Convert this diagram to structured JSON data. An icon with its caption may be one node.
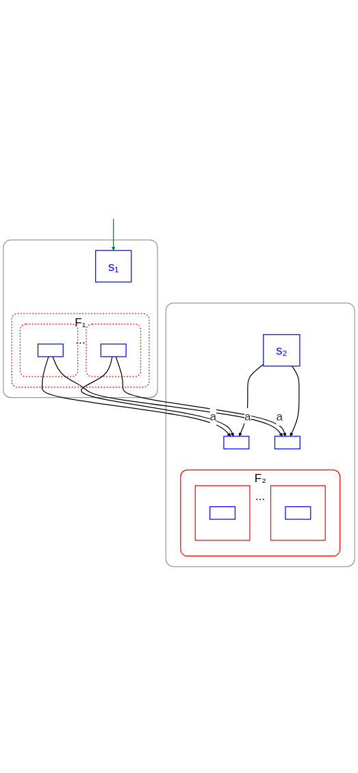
{
  "diagram": {
    "nodes": [
      {
        "text": [],
        "shape": "box"
      },
      {
        "text": [
          "s₁"
        ],
        "in": 0
      },
      {
        "text": [
          "F₁",
          "..."
        ],
        "in": 0
      },
      {
        "text": [],
        "shape": "box",
        "in": 2
      },
      {
        "text": [],
        "shape": "box",
        "in": 3
      },
      {
        "text": [],
        "shape": "box",
        "in": 2
      },
      {
        "text": [],
        "shape": "box",
        "in": 5
      },
      {
        "text": [],
        "shape": "box"
      },
      {
        "text": [
          "s₂"
        ],
        "in": 7
      },
      {
        "text": [],
        "shape": "box",
        "in": 7
      },
      {
        "text": [],
        "shape": "box",
        "in": 7
      },
      {
        "text": [
          "F₂",
          "..."
        ],
        "in": 7
      },
      {
        "text": [],
        "shape": "box",
        "in": 11
      },
      {
        "text": [],
        "shape": "box",
        "in": 12
      },
      {
        "text": [],
        "shape": "box",
        "in": 11
      },
      {
        "text": [],
        "shape": "box",
        "in": 14
      }
    ],
    "edges": [
      {
        "from": null,
        "to": 1,
        "arrow": "to",
        "color": "#008000"
      },
      {
        "from": 4,
        "to": 9,
        "arrow": "to",
        "label": "a"
      },
      {
        "from": 4,
        "to": 10,
        "arrow": "to"
      },
      {
        "from": 6,
        "to": 9,
        "arrow": "to"
      },
      {
        "from": 6,
        "to": 10,
        "arrow": "to",
        "label": "a"
      },
      {
        "from": 8,
        "to": 9,
        "arrow": "to",
        "label": "a"
      },
      {
        "from": 8,
        "to": 10,
        "arrow": "to"
      }
    ]
  }
}
